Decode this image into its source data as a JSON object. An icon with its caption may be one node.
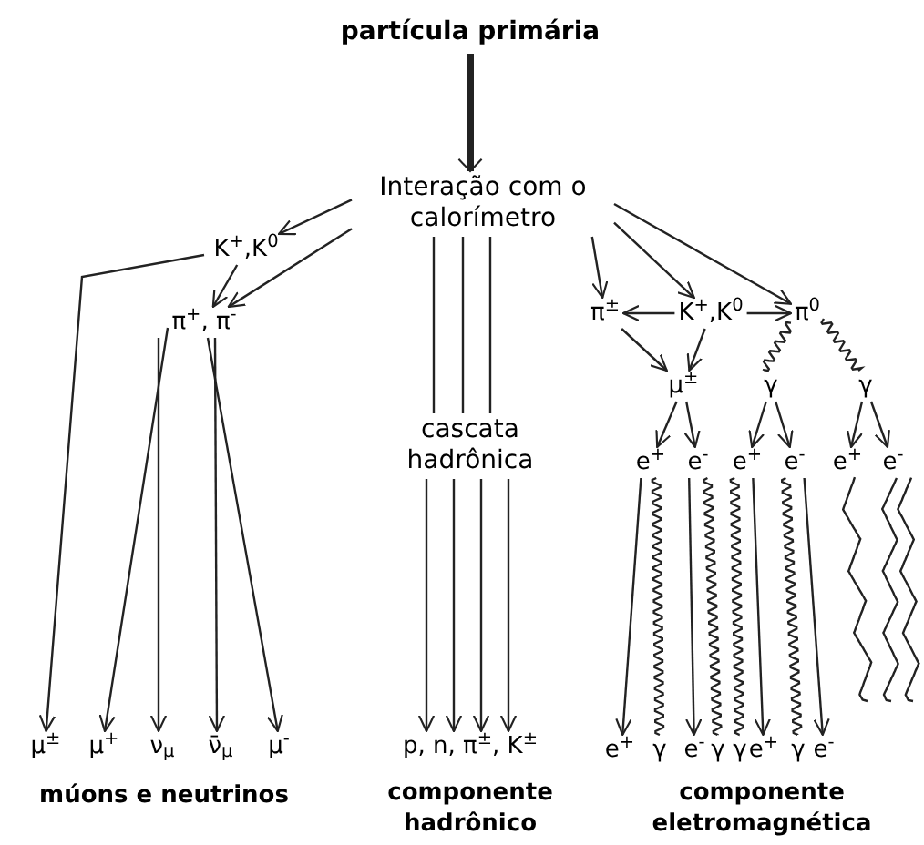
{
  "diagram": {
    "nodes": [
      {
        "text": [
          "partícula primária"
        ]
      },
      {
        "text": [
          "Interação com o calorímetro"
        ]
      },
      {
        "text": [
          "K$^{+}$,K$^{0}$"
        ]
      },
      {
        "text": [
          "π$^{+}$, π$^{-}$"
        ]
      },
      {
        "text": [
          "cascata hadrônica"
        ]
      },
      {
        "text": [
          "π$^{±}$"
        ]
      },
      {
        "text": [
          "K$^{+}$,K$^{0}$"
        ]
      },
      {
        "text": [
          "π$^{0}$"
        ]
      },
      {
        "text": [
          "μ$^{±}$"
        ]
      },
      {
        "text": [
          "γ"
        ]
      },
      {
        "text": [
          "γ"
        ]
      },
      {
        "text": [
          "e$^{+}$"
        ]
      },
      {
        "text": [
          "e$^{-}$"
        ]
      },
      {
        "text": [
          "e$^{+}$"
        ]
      },
      {
        "text": [
          "e$^{-}$"
        ]
      },
      {
        "text": [
          "e$^{+}$"
        ]
      },
      {
        "text": [
          "e$^{-}$"
        ]
      },
      {
        "text": [
          "μ$^{±}$"
        ]
      },
      {
        "text": [
          "μ$^{+}$"
        ]
      },
      {
        "text": [
          "ν$_{μ}$"
        ]
      },
      {
        "text": [
          "ν̄$_{μ}$"
        ]
      },
      {
        "text": [
          "μ$^{-}$"
        ]
      },
      {
        "text": [
          "p, n, π$^{±}$, K$^{±}$"
        ]
      },
      {
        "text": [
          "e$^{+}$"
        ]
      },
      {
        "text": [
          "γ"
        ]
      },
      {
        "text": [
          "e$^{-}$"
        ]
      },
      {
        "text": [
          "γ"
        ]
      },
      {
        "text": [
          "γ"
        ]
      },
      {
        "text": [
          "e$^{+}$"
        ]
      },
      {
        "text": [
          "γ"
        ]
      },
      {
        "text": [
          "e$^{-}$"
        ]
      }
    ],
    "edges": [
      {
        "from": 0,
        "to": 1,
        "arrow": "to",
        "style": "thick"
      },
      {
        "from": 1,
        "to": 2,
        "arrow": "to"
      },
      {
        "from": 1,
        "to": 3,
        "arrow": "to"
      },
      {
        "from": 2,
        "to": 3,
        "arrow": "to"
      },
      {
        "from": 2,
        "to": 17,
        "arrow": "to"
      },
      {
        "from": 3,
        "to": 18,
        "arrow": "to"
      },
      {
        "from": 3,
        "to": 19,
        "arrow": "to"
      },
      {
        "from": 3,
        "to": 20,
        "arrow": "to"
      },
      {
        "from": 3,
        "to": 21,
        "arrow": "to"
      },
      {
        "from": 1,
        "to": 4,
        "arrow": "none"
      },
      {
        "from": 1,
        "to": 4,
        "arrow": "none"
      },
      {
        "from": 1,
        "to": 4,
        "arrow": "none"
      },
      {
        "from": 4,
        "to": 22,
        "arrow": "to"
      },
      {
        "from": 4,
        "to": 22,
        "arrow": "to"
      },
      {
        "from": 4,
        "to": 22,
        "arrow": "to"
      },
      {
        "from": 4,
        "to": 22,
        "arrow": "to"
      },
      {
        "from": 1,
        "to": 5,
        "arrow": "to"
      },
      {
        "from": 1,
        "to": 6,
        "arrow": "to"
      },
      {
        "from": 1,
        "to": 7,
        "arrow": "to"
      },
      {
        "from": 6,
        "to": 5,
        "arrow": "to"
      },
      {
        "from": 6,
        "to": 7,
        "arrow": "to"
      },
      {
        "from": 6,
        "to": 8,
        "arrow": "to"
      },
      {
        "from": 5,
        "to": 8,
        "arrow": "to"
      },
      {
        "from": 7,
        "to": 9,
        "arrow": "none"
      },
      {
        "from": 7,
        "to": 10,
        "arrow": "none"
      },
      {
        "from": 8,
        "to": 11,
        "arrow": "to"
      },
      {
        "from": 8,
        "to": 12,
        "arrow": "to"
      },
      {
        "from": 9,
        "to": 13,
        "arrow": "to"
      },
      {
        "from": 9,
        "to": 14,
        "arrow": "to"
      },
      {
        "from": 10,
        "to": 15,
        "arrow": "to"
      },
      {
        "from": 10,
        "to": 16,
        "arrow": "to"
      },
      {
        "from": 11,
        "to": 23,
        "arrow": "to"
      },
      {
        "from": 11,
        "to": 24,
        "arrow": "none"
      },
      {
        "from": 12,
        "to": 25,
        "arrow": "to"
      },
      {
        "from": 12,
        "to": 26,
        "arrow": "none"
      },
      {
        "from": 13,
        "to": 27,
        "arrow": "none"
      },
      {
        "from": 13,
        "to": 28,
        "arrow": "to"
      },
      {
        "from": 14,
        "to": 29,
        "arrow": "none"
      },
      {
        "from": 14,
        "to": 30,
        "arrow": "to"
      },
      {
        "from": 15,
        "to": null,
        "arrow": "none"
      },
      {
        "from": 16,
        "to": null,
        "arrow": "none"
      },
      {
        "from": 16,
        "to": null,
        "arrow": "none"
      }
    ],
    "labels": [
      "múons e neutrinos",
      "componente hadrônico",
      "componente eletromagnética"
    ]
  }
}
